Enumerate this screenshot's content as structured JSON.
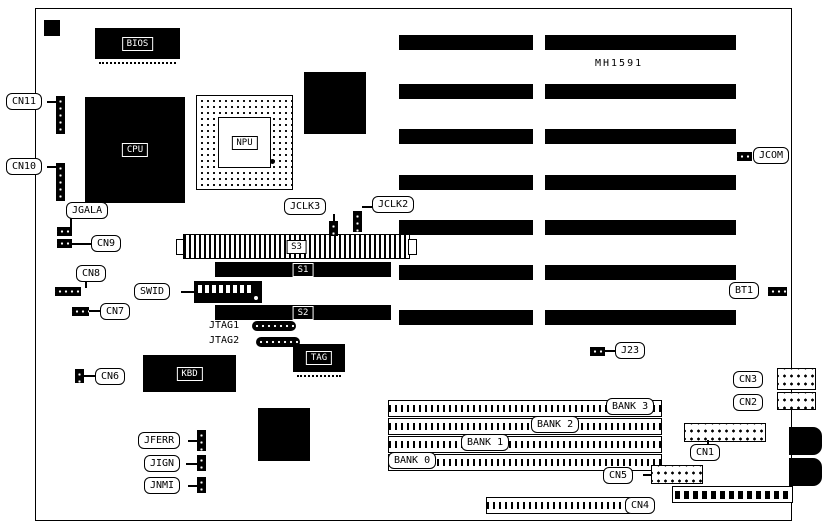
{
  "board": {
    "model": "MH1591"
  },
  "chips": {
    "bios": "BIOS",
    "cpu": "CPU",
    "npu": "NPU",
    "kbd": "KBD",
    "tag": "TAG"
  },
  "slots": {
    "s1": "S1",
    "s2": "S2",
    "s3": "S3"
  },
  "jumpers": {
    "cn11": "CN11",
    "cn10": "CN10",
    "jgala": "JGALA",
    "cn9": "CN9",
    "cn8": "CN8",
    "cn7": "CN7",
    "cn6": "CN6",
    "swid": "SWID",
    "jclk3": "JCLK3",
    "jclk2": "JCLK2",
    "jcom": "JCOM",
    "jtag1": "JTAG1",
    "jtag2": "JTAG2",
    "j23": "J23",
    "bt1": "BT1",
    "cn1": "CN1",
    "cn2": "CN2",
    "cn3": "CN3",
    "cn4": "CN4",
    "cn5": "CN5",
    "jferr": "JFERR",
    "jign": "JIGN",
    "jnmi": "JNMI"
  },
  "memory": {
    "bank0": "BANK 0",
    "bank1": "BANK 1",
    "bank2": "BANK 2",
    "bank3": "BANK 3"
  }
}
